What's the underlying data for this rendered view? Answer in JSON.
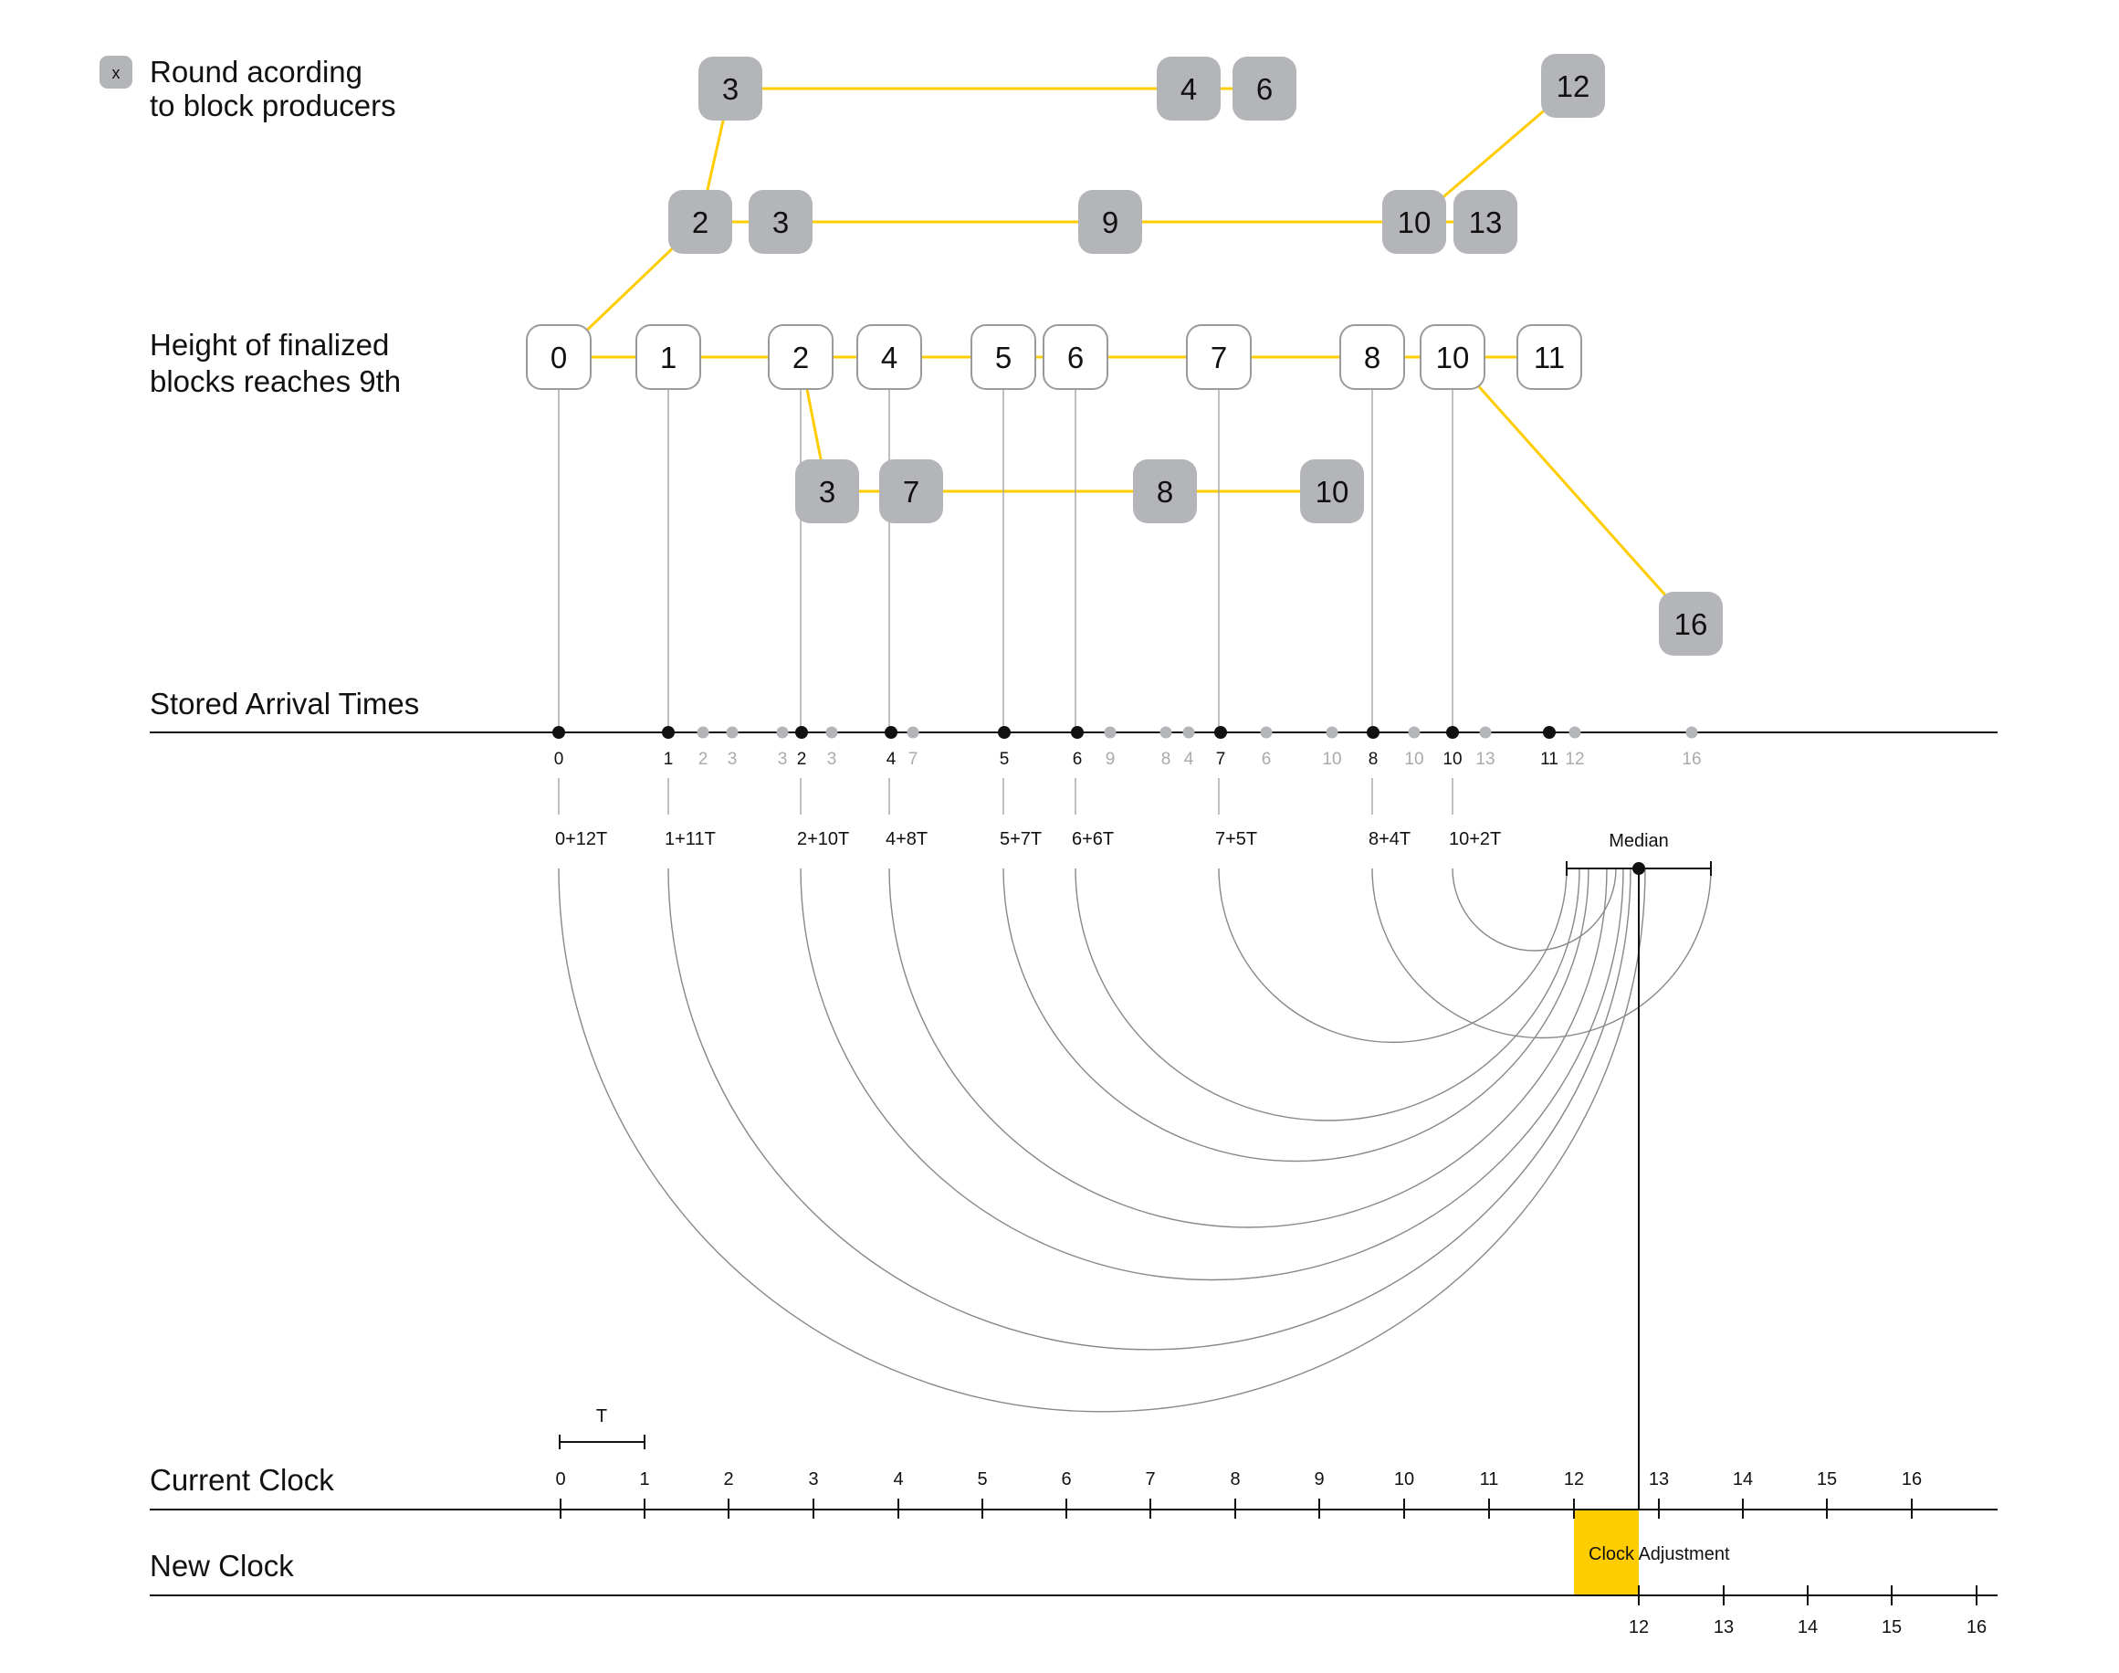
{
  "legend": {
    "badge": "x",
    "line1": "Round acording",
    "line2": "to block producers"
  },
  "labels": {
    "height_line1": "Height of finalized",
    "height_line2": "blocks reaches 9th",
    "stored": "Stored Arrival Times",
    "median": "Median",
    "period": "T",
    "current_clock": "Current Clock",
    "new_clock": "New Clock",
    "clock_adjustment": "Clock Adjustment"
  },
  "colors": {
    "yellow": "#FFCC00",
    "gray_block": "#B4B5B8",
    "gray_text": "#AAAAAA",
    "arc": "#888888",
    "black": "#111111"
  },
  "finalized_blocks": [
    "0",
    "1",
    "2",
    "4",
    "5",
    "6",
    "7",
    "8",
    "10",
    "11"
  ],
  "fork_upper_top": [
    "3",
    "4",
    "6"
  ],
  "fork_upper_mid": [
    "2",
    "3",
    "9",
    "10",
    "13"
  ],
  "fork_upper_far": [
    "12"
  ],
  "fork_lower_a": [
    "3",
    "7",
    "8",
    "10"
  ],
  "fork_lower_b": [
    "16"
  ],
  "arrival_times": [
    {
      "label": "0",
      "main": true
    },
    {
      "label": "1",
      "main": true
    },
    {
      "label": "2",
      "main": false
    },
    {
      "label": "3",
      "main": false
    },
    {
      "label": "3",
      "main": false
    },
    {
      "label": "2",
      "main": true
    },
    {
      "label": "3",
      "main": false
    },
    {
      "label": "4",
      "main": true
    },
    {
      "label": "7",
      "main": false
    },
    {
      "label": "5",
      "main": true
    },
    {
      "label": "6",
      "main": true
    },
    {
      "label": "9",
      "main": false
    },
    {
      "label": "8",
      "main": false
    },
    {
      "label": "4",
      "main": false
    },
    {
      "label": "7",
      "main": true
    },
    {
      "label": "6",
      "main": false
    },
    {
      "label": "10",
      "main": false
    },
    {
      "label": "8",
      "main": true
    },
    {
      "label": "10",
      "main": false
    },
    {
      "label": "10",
      "main": true
    },
    {
      "label": "13",
      "main": false
    },
    {
      "label": "11",
      "main": true
    },
    {
      "label": "12",
      "main": false
    },
    {
      "label": "16",
      "main": false
    }
  ],
  "adjusted_times": [
    "0+12T",
    "1+11T",
    "2+10T",
    "4+8T",
    "5+7T",
    "6+6T",
    "7+5T",
    "8+4T",
    "10+2T"
  ],
  "current_clock_ticks": [
    "0",
    "1",
    "2",
    "3",
    "4",
    "5",
    "6",
    "7",
    "8",
    "9",
    "10",
    "11",
    "12",
    "13",
    "14",
    "15",
    "16"
  ],
  "new_clock_ticks": [
    "12",
    "13",
    "14",
    "15",
    "16"
  ]
}
